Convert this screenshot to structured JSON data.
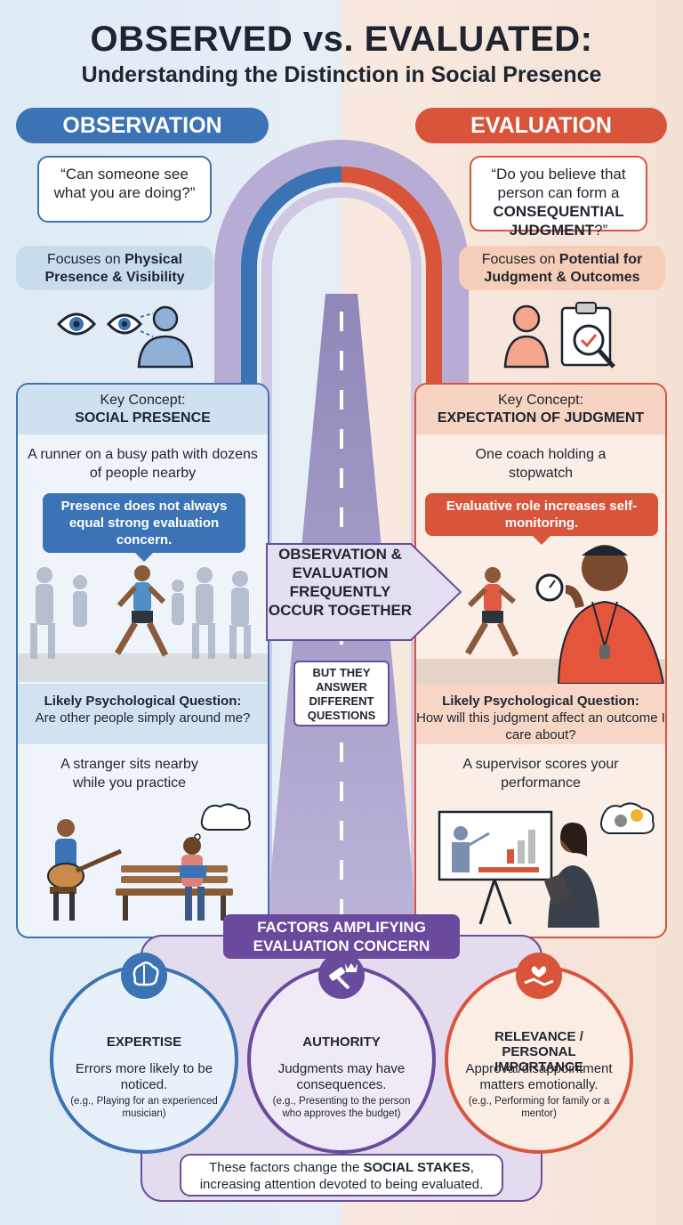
{
  "header": {
    "title": "OBSERVED vs. EVALUATED:",
    "subtitle": "Understanding the Distinction in Social Presence"
  },
  "observation": {
    "label": "OBSERVATION",
    "quote": "“Can someone see what you are doing?”",
    "focus_prefix": "Focuses on ",
    "focus_bold": "Physical Presence & Visibility",
    "key_concept_label": "Key Concept:",
    "key_concept": "SOCIAL PRESENCE",
    "example": "A runner on a busy path with dozens of people nearby",
    "callout": "Presence does not always equal strong evaluation concern.",
    "question_label": "Likely Psychological Question:",
    "question": "Are other people simply around me?",
    "example2": "A stranger sits nearby while you practice"
  },
  "evaluation": {
    "label": "EVALUATION",
    "quote_prefix": "“Do you believe that person can form a ",
    "quote_bold": "CONSEQUENTIAL JUDGMENT",
    "quote_suffix": "?”",
    "focus_prefix": "Focuses on ",
    "focus_bold": "Potential for Judgment & Outcomes",
    "key_concept_label": "Key Concept:",
    "key_concept": "EXPECTATION OF JUDGMENT",
    "example": "One coach holding a stopwatch",
    "callout": "Evaluative role increases self-monitoring.",
    "question_label": "Likely Psychological Question:",
    "question": "How will this judgment affect an outcome I care about?",
    "example2": "A supervisor scores your performance"
  },
  "center": {
    "main": "OBSERVATION & EVALUATION FREQUENTLY OCCUR TOGETHER",
    "sub": "BUT THEY ANSWER DIFFERENT QUESTIONS"
  },
  "factors": {
    "title": "FACTORS AMPLIFYING EVALUATION CONCERN",
    "items": [
      {
        "title": "EXPERTISE",
        "desc": "Errors more likely to be noticed.",
        "example": "(e.g., Playing for an experienced musician)"
      },
      {
        "title": "AUTHORITY",
        "desc": "Judgments may have consequences.",
        "example": "(e.g., Presenting to the person who approves the budget)"
      },
      {
        "title": "RELEVANCE / PERSONAL IMPORTANCE",
        "desc": "Approval/disappointment matters emotionally.",
        "example": "(e.g., Performing for family or a mentor)"
      }
    ],
    "bottom_prefix": "These factors change the ",
    "bottom_bold": "SOCIAL STAKES",
    "bottom_suffix": ", increasing attention devoted to being evaluated."
  },
  "colors": {
    "observation": "#3b73b4",
    "evaluation": "#d8553c",
    "factors": "#6a4a9d"
  }
}
